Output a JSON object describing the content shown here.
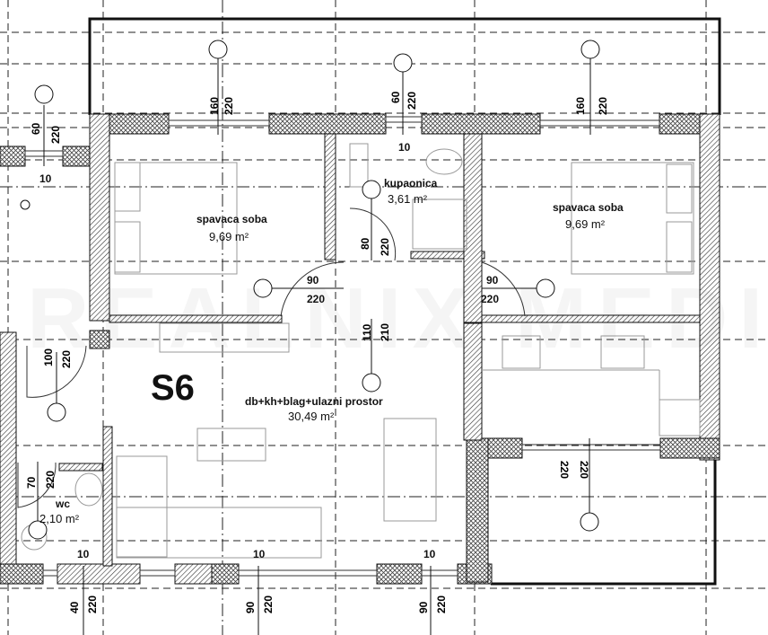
{
  "plan": {
    "unit_label": "S6",
    "watermark": "REALNIX MEDIA"
  },
  "rooms": [
    {
      "name": "spavaca soba",
      "area": "9,69 m²"
    },
    {
      "name": "kupaonica",
      "area": "3,61 m²"
    },
    {
      "name": "spavaca soba",
      "area": "9,69 m²"
    },
    {
      "name": "db+kh+blag+ulazni prostor",
      "area": "30,49 m²"
    },
    {
      "name": "wc",
      "area": "2,10 m²"
    }
  ],
  "openings": {
    "top_left_window": {
      "width": "60",
      "height": "220",
      "sill": "10"
    },
    "bedroom1_window": {
      "width": "160",
      "height": "220"
    },
    "bath_window": {
      "width": "60",
      "height": "220",
      "sill": "10"
    },
    "bedroom2_window": {
      "width": "160",
      "height": "220"
    },
    "bath_door": {
      "width": "80",
      "height": "220"
    },
    "bedroom1_door": {
      "width": "90",
      "height": "220"
    },
    "bedroom2_door": {
      "width": "90",
      "height": "220"
    },
    "passage": {
      "width": "110",
      "height": "210"
    },
    "entry_door": {
      "width": "100",
      "height": "220"
    },
    "wc_door": {
      "width": "70",
      "height": "220"
    },
    "kitchen_door": {
      "width": "220",
      "height": "220"
    },
    "bottom_window_1": {
      "width": "40",
      "height": "220",
      "sill": "10"
    },
    "bottom_window_2": {
      "width": "90",
      "height": "220",
      "sill": "10"
    },
    "bottom_window_3": {
      "width": "90",
      "height": "220",
      "sill": "10"
    }
  }
}
